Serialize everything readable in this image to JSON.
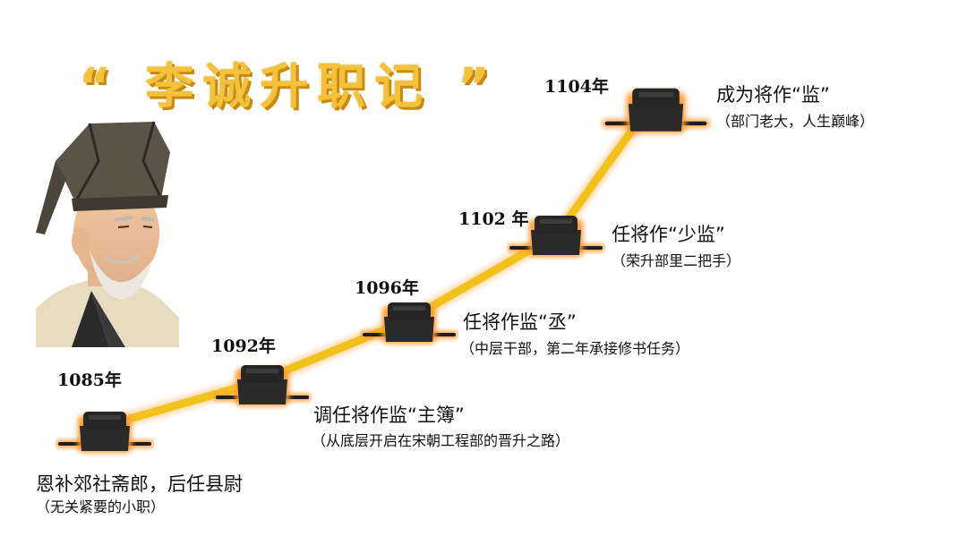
{
  "title": "“ 李诚升职记 ”",
  "stages": [
    {
      "year": "1085年",
      "main": "恩补郊社斋郎，后任县尉",
      "sub": "（无关紧要的小职）"
    },
    {
      "year": "1092年",
      "main": "调任将作监“主簿”",
      "sub": "（从底层开启在宋朝工程部的晋升之路）"
    },
    {
      "year": "1096年",
      "main": "任将作监“丞”",
      "sub": "（中层干部，第二年承接修书任务）"
    },
    {
      "year": "1102 年",
      "main": "任将作“少监”",
      "sub": "（荣升部里二把手）"
    },
    {
      "year": "1104年",
      "main": "成为将作“监”",
      "sub": "（部门老大，人生巅峰）"
    }
  ],
  "colors": {
    "path": "#f2c21c",
    "glow": "#ff9a2e",
    "hat": "#2a2a2a",
    "title": "#f3c23a"
  },
  "icons": {
    "milestone": "official-hat-icon",
    "figure": "portrait-icon"
  }
}
